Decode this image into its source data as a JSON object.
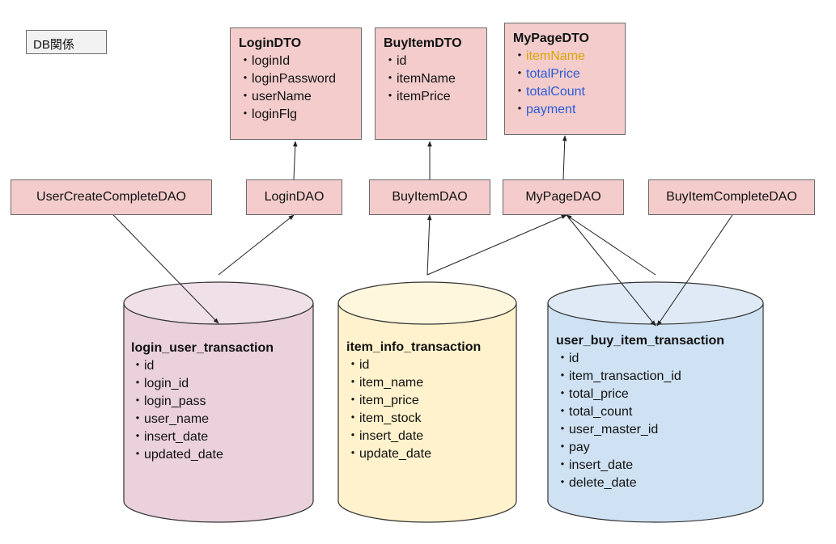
{
  "title": "DB関係",
  "dtos": {
    "login": {
      "name": "LoginDTO",
      "fields": [
        "・loginId",
        "・loginPassword",
        "・userName",
        "・loginFlg"
      ]
    },
    "buyitem": {
      "name": "BuyItemDTO",
      "fields": [
        "・id",
        "・itemName",
        "・itemPrice"
      ]
    },
    "mypage": {
      "name": "MyPageDTO",
      "bullet": "・",
      "fields": [
        "itemName",
        "totalPrice",
        "totalCount",
        "payment"
      ],
      "field_colors": [
        "#d9a300",
        "#2a5bd7",
        "#2a5bd7",
        "#2a5bd7"
      ]
    }
  },
  "daos": {
    "usercreatecomplete": "UserCreateCompleteDAO",
    "login": "LoginDAO",
    "buyitem": "BuyItemDAO",
    "mypage": "MyPageDAO",
    "buyitemcomplete": "BuyItemCompleteDAO"
  },
  "tables": {
    "login_user": {
      "name": "login_user_transaction",
      "fields": [
        "・id",
        "・login_id",
        "・login_pass",
        "・user_name",
        "・insert_date",
        "・updated_date"
      ],
      "color": "#ead1dc"
    },
    "item_info": {
      "name": "item_info_transaction",
      "fields": [
        "・id",
        "・item_name",
        "・item_price",
        "・item_stock",
        "・insert_date",
        "・update_date"
      ],
      "color": "#fff2cc"
    },
    "user_buy_item": {
      "name": "user_buy_item_transaction",
      "fields": [
        "・id",
        "・item_transaction_id",
        "・total_price",
        "・total_count",
        "・user_master_id",
        "・pay",
        "・insert_date",
        "・delete_date"
      ],
      "color": "#cfe2f3"
    }
  },
  "colors": {
    "dto_fill": "#f4cccc",
    "border": "#6b6b6b",
    "title_fill": "#f2f2f2"
  }
}
